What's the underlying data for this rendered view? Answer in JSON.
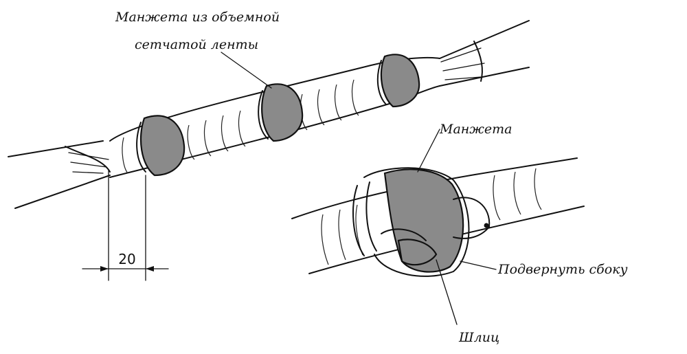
{
  "labels": {
    "cuff_mesh_line1": "Манжета из объемной",
    "cuff_mesh_line2": "сетчатой ленты",
    "cuff": "Манжета",
    "tuck_side": "Подвернуть сбоку",
    "slot": "Шлиц",
    "dimension": "20"
  }
}
